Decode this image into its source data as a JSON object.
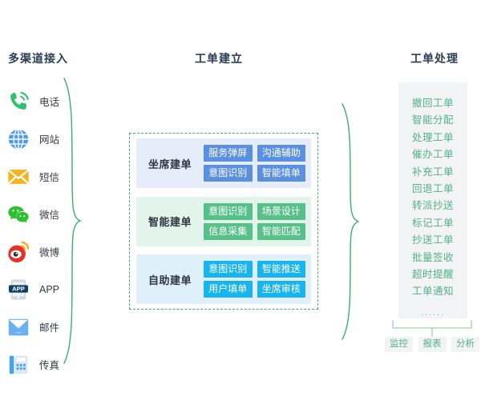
{
  "columns": {
    "left_title": "多渠道接入",
    "middle_title": "工单建立",
    "right_title": "工单处理"
  },
  "channels": [
    {
      "icon": "phone-icon",
      "label": "电话"
    },
    {
      "icon": "globe-icon",
      "label": "网站"
    },
    {
      "icon": "envelope-icon",
      "label": "短信"
    },
    {
      "icon": "wechat-icon",
      "label": "微信"
    },
    {
      "icon": "weibo-icon",
      "label": "微博"
    },
    {
      "icon": "app-icon",
      "label": "APP"
    },
    {
      "icon": "mail-icon",
      "label": "邮件"
    },
    {
      "icon": "fax-icon",
      "label": "传真"
    }
  ],
  "creation": {
    "bands": [
      {
        "name": "坐席建单",
        "band_color": "#e6edfa",
        "chip_color": "#5b8fe0",
        "chips": [
          "服务弹屏",
          "沟通辅助",
          "意图识别",
          "智能填单"
        ]
      },
      {
        "name": "智能建单",
        "band_color": "#e3f4ea",
        "chip_color": "#58c18a",
        "chips": [
          "意图识别",
          "场景设计",
          "信息采集",
          "智能匹配"
        ]
      },
      {
        "name": "自助建单",
        "band_color": "#dff0fa",
        "chip_color": "#18b4ef",
        "chips": [
          "意图识别",
          "智能推送",
          "用户填单",
          "坐席审核"
        ]
      }
    ]
  },
  "processing": {
    "items": [
      "撤回工单",
      "智能分配",
      "处理工单",
      "催办工单",
      "补充工单",
      "回退工单",
      "转派抄送",
      "标记工单",
      "抄送工单",
      "批量签收",
      "超时提醒",
      "工单通知"
    ],
    "ellipsis": "......",
    "buttons": [
      "监控",
      "报表",
      "分析"
    ]
  },
  "colors": {
    "brace": "#3cae6d",
    "dashed_border": "#3cae6d",
    "panel_bg": "#f2f3f4",
    "processing_text": "#53b183",
    "title_text": "#2c3e55"
  }
}
